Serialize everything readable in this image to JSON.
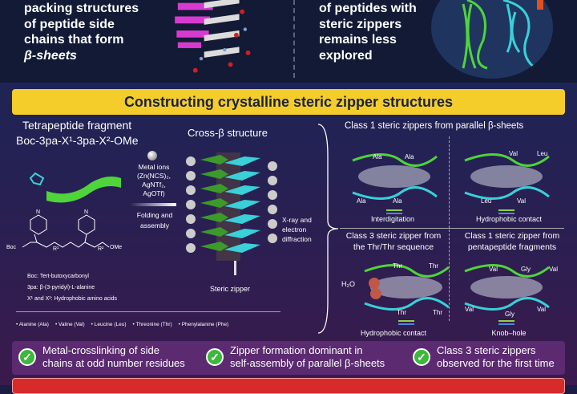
{
  "top": {
    "left_text": [
      "packing structures",
      "of peptide side",
      "chains that form",
      "β-sheets"
    ],
    "right_text": [
      "of peptides with",
      "steric zippers",
      "remains less",
      "explored"
    ]
  },
  "banner": {
    "title": "Constructing crystalline steric zipper structures"
  },
  "left": {
    "title1": "Tetrapeptide fragment",
    "title2": "Boc-3pa-X¹-3pa-X²-OMe",
    "metal_ions": [
      "Metal ions",
      "(Zn(NCS)₂,",
      "AgNTf₂,",
      "AgOTf)"
    ],
    "folding": [
      "Folding and",
      "assembly"
    ],
    "struct_labels": {
      "boc": "Boc",
      "ome": "OMe",
      "r1": "R¹",
      "r2": "R²",
      "n": "N"
    },
    "legend": [
      "Boc: Tert-butoxycarbonyl",
      "3pa: β-(3-pyridyl)-L-alanine",
      "X¹ and X²: Hydrophobic amino acids"
    ],
    "amino_acids": [
      "• Alanine (Ala)",
      "• Valine (Val)",
      "• Leucine (Leu)",
      "• Threonine (Thr)",
      "• Phenylalanine (Phe)"
    ]
  },
  "center": {
    "title": "Cross-β structure",
    "diffraction": [
      "X-ray and",
      "electron",
      "diffraction"
    ],
    "zipper": "Steric zipper"
  },
  "right": {
    "header": "Class 1 steric zippers from parallel β-sheets",
    "panels": [
      {
        "caption": "Interdigitation",
        "labels": [
          "Ala",
          "Ala",
          "Ala",
          "Ala"
        ]
      },
      {
        "caption": "Hydrophobic contact",
        "labels": [
          "Val",
          "Leu",
          "Leu",
          "Val"
        ]
      },
      {
        "title": [
          "Class 3 steric zipper from",
          "the Thr/Thr sequence"
        ],
        "caption": "Hydrophobic contact",
        "labels": [
          "Thr",
          "Thr",
          "Thr",
          "Thr"
        ],
        "water": "H₂O"
      },
      {
        "title": [
          "Class 1 steric zipper from",
          "pentapeptide fragments"
        ],
        "caption": "Knob–hole",
        "labels": [
          "Val",
          "Gly",
          "Val",
          "Val",
          "Gly",
          "Val"
        ]
      }
    ]
  },
  "checks": [
    [
      "Metal-crosslinking of side",
      "chains at odd number residues"
    ],
    [
      "Zipper formation dominant in",
      "self-assembly of parallel β-sheets"
    ],
    [
      "Class 3 steric zippers",
      "observed for the first time"
    ]
  ],
  "colors": {
    "banner": "#f4cd2a",
    "check": "#3cb83a",
    "strand_green": "#4fd43a",
    "strand_cyan": "#3ad0d8",
    "red_banner": "#d72a2a"
  }
}
